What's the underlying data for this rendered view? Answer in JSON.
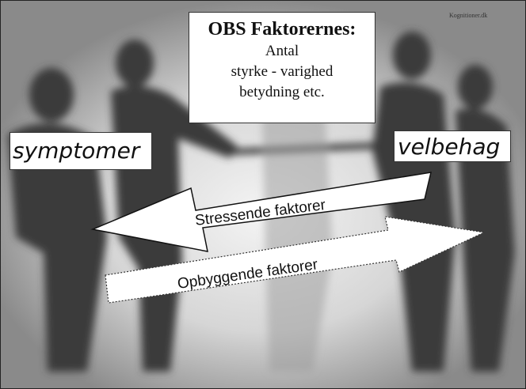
{
  "brand": "Kognitioner.dk",
  "obs": {
    "title": "OBS Faktorernes:",
    "line1": "Antal",
    "line2": "styrke - varighed",
    "line3": "betydning etc."
  },
  "labels": {
    "left": "symptomer",
    "right": "velbehag"
  },
  "arrows": {
    "stress": "Stressende faktorer",
    "build": "Opbyggende faktorer"
  }
}
